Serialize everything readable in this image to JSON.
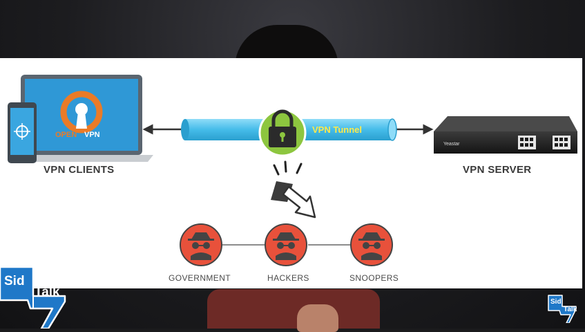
{
  "diagram": {
    "left_label": "VPN CLIENTS",
    "right_label": "VPN SERVER",
    "tunnel_label": "VPN Tunnel",
    "laptop_brand": {
      "prefix": "OPEN",
      "suffix": "VPN"
    },
    "server_brand": "Yeastar",
    "threats": [
      {
        "label": "GOVERNMENT"
      },
      {
        "label": "HACKERS"
      },
      {
        "label": "SNOOPERS"
      }
    ]
  },
  "colors": {
    "tunnel": "#4fc3ee",
    "lock": "#8dc63f",
    "threat": "#e8513b",
    "laptop_screen": "#2f98d6",
    "openvpn_orange": "#ea7b27",
    "logo_blue": "#1f78c8"
  },
  "watermark": {
    "main": {
      "part1": "Sid",
      "part2": "Talk"
    },
    "corner": {
      "part1": "Sid",
      "part2": "Talk"
    }
  }
}
